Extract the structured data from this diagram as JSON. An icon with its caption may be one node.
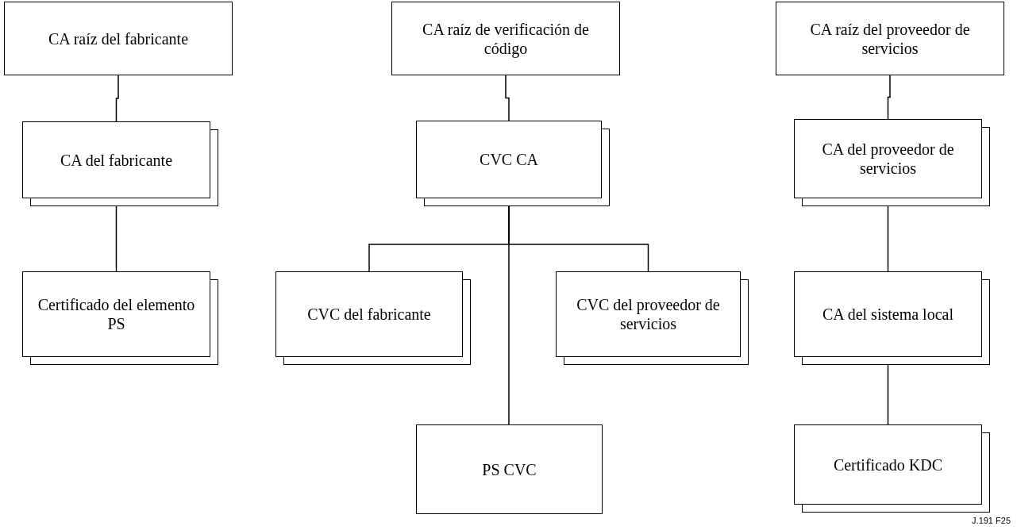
{
  "diagram": {
    "nodes": [
      {
        "text": [
          "CA raíz del fabricante"
        ]
      },
      {
        "text": [
          "CA del fabricante"
        ]
      },
      {
        "text": [
          "Certificado del elemento PS"
        ]
      },
      {
        "text": [
          "CA raíz de verificación de código"
        ]
      },
      {
        "text": [
          "CVC CA"
        ]
      },
      {
        "text": [
          "CVC del fabricante"
        ]
      },
      {
        "text": [
          "CVC del proveedor de servicios"
        ]
      },
      {
        "text": [
          "PS CVC"
        ]
      },
      {
        "text": [
          "CA raíz del proveedor de servicios"
        ]
      },
      {
        "text": [
          "CA del proveedor de servicios"
        ]
      },
      {
        "text": [
          "CA del sistema local"
        ]
      },
      {
        "text": [
          "Certificado KDC"
        ]
      }
    ],
    "edges": [
      {
        "from": 0,
        "to": 1,
        "arrow": "none"
      },
      {
        "from": 1,
        "to": 2,
        "arrow": "none"
      },
      {
        "from": 3,
        "to": 4,
        "arrow": "none"
      },
      {
        "from": 4,
        "to": 5,
        "arrow": "none"
      },
      {
        "from": 4,
        "to": 6,
        "arrow": "none"
      },
      {
        "from": 4,
        "to": 7,
        "arrow": "none"
      },
      {
        "from": 8,
        "to": 9,
        "arrow": "none"
      },
      {
        "from": 9,
        "to": 10,
        "arrow": "none"
      },
      {
        "from": 10,
        "to": 11,
        "arrow": "none"
      }
    ],
    "labels": [
      "J.191 F25"
    ]
  }
}
